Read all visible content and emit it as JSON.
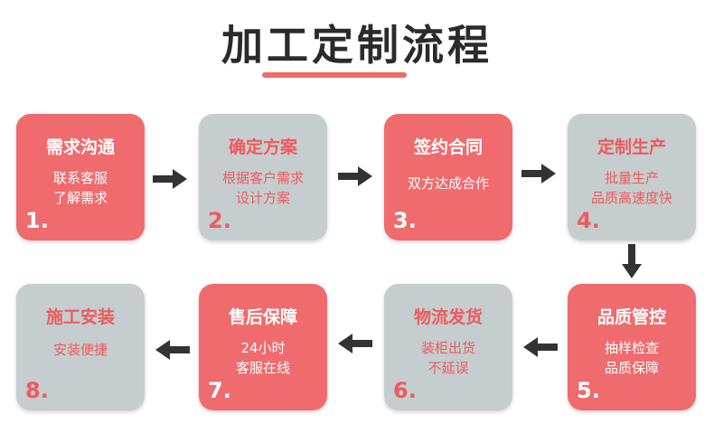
{
  "title": "加工定制流程",
  "colors": {
    "red_card": "#ef6b6d",
    "gray_card": "#c5cdcf",
    "arrow": "#333333",
    "underline": "#ee6a6a"
  },
  "steps": [
    {
      "title": "需求沟通",
      "desc_line1": "联系客服",
      "desc_line2": "了解需求",
      "number": "1."
    },
    {
      "title": "确定方案",
      "desc_line1": "根据客户需求",
      "desc_line2": "设计方案",
      "number": "2."
    },
    {
      "title": "签约合同",
      "desc_line1": "双方达成合作",
      "desc_line2": "",
      "number": "3."
    },
    {
      "title": "定制生产",
      "desc_line1": "批量生产",
      "desc_line2": "品质高速度快",
      "number": "4."
    },
    {
      "title": "品质管控",
      "desc_line1": "抽样检查",
      "desc_line2": "品质保障",
      "number": "5."
    },
    {
      "title": "物流发货",
      "desc_line1": "装柜出货",
      "desc_line2": "不延误",
      "number": "6."
    },
    {
      "title": "售后保障",
      "desc_line1": "24小时",
      "desc_line2": "客服在线",
      "number": "7."
    },
    {
      "title": "施工安装",
      "desc_line1": "安装便捷",
      "desc_line2": "",
      "number": "8."
    }
  ]
}
